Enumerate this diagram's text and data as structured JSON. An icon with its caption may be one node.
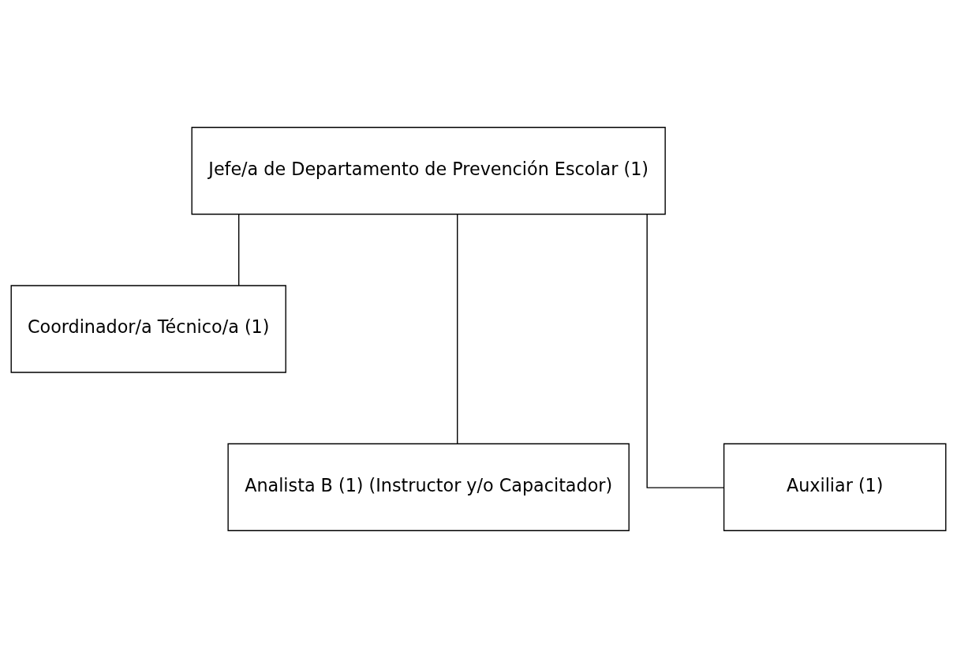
{
  "diagram": {
    "nodes": [
      {
        "text": [
          "Jefe/a de Departamento de Prevención Escolar (1)"
        ]
      },
      {
        "text": [
          "Coordinador/a Técnico/a (1)"
        ]
      },
      {
        "text": [
          "Analista B (1) (Instructor y/o Capacitador)"
        ]
      },
      {
        "text": [
          "Auxiliar (1)"
        ]
      }
    ],
    "edges": [
      {
        "from": 0,
        "to": 1,
        "arrow": "none"
      },
      {
        "from": 0,
        "to": 2,
        "arrow": "none"
      },
      {
        "from": 0,
        "to": 3,
        "arrow": "none"
      }
    ]
  }
}
